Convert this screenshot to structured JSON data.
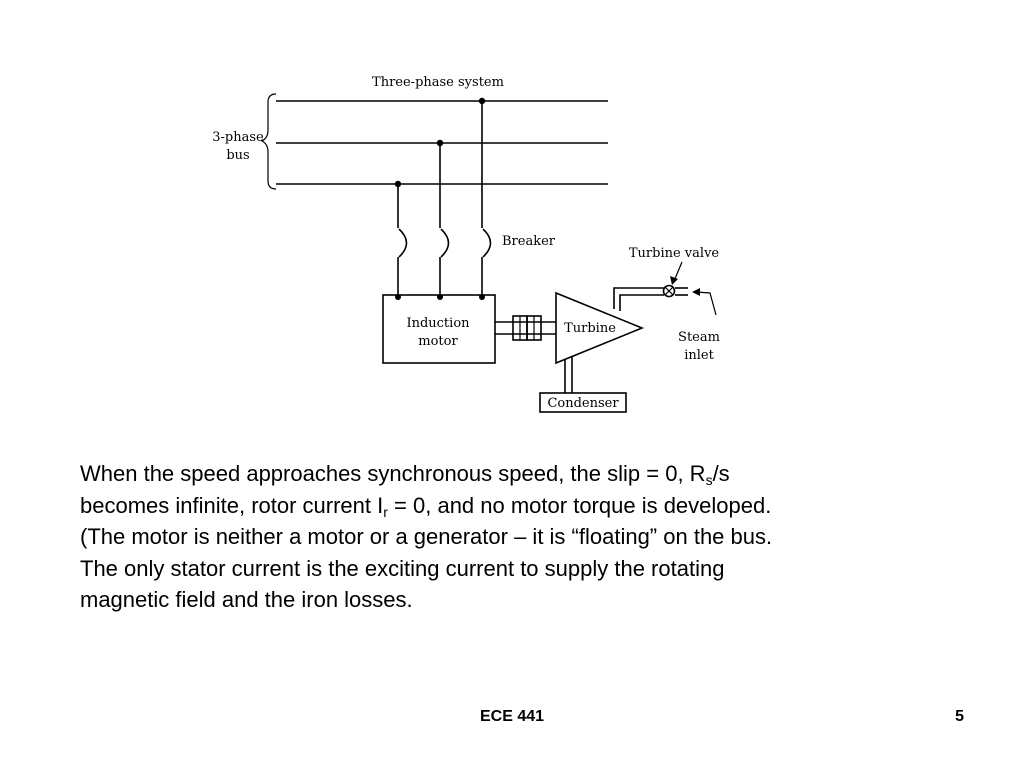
{
  "diagram": {
    "title": "Three-phase system",
    "bus_label_line1": "3-phase",
    "bus_label_line2": "bus",
    "breaker_label": "Breaker",
    "turbine_valve_label": "Turbine valve",
    "motor_label_line1": "Induction",
    "motor_label_line2": "motor",
    "turbine_label": "Turbine",
    "steam_label_line1": "Steam",
    "steam_label_line2": "inlet",
    "condenser_label": "Condenser"
  },
  "body": {
    "line1_pre": "When the speed approaches synchronous speed, the slip = 0, R",
    "line1_sub": "s",
    "line1_post": "/s",
    "line2_pre": "becomes infinite, rotor current I",
    "line2_sub": "r",
    "line2_post": " = 0, and no motor torque is developed.",
    "line3": "(The motor is neither a motor or a generator – it is “floating” on the bus.",
    "line4": "The only stator current is the exciting current to supply the rotating",
    "line5": "magnetic field and the iron losses."
  },
  "footer": {
    "course": "ECE 441",
    "page": "5"
  }
}
